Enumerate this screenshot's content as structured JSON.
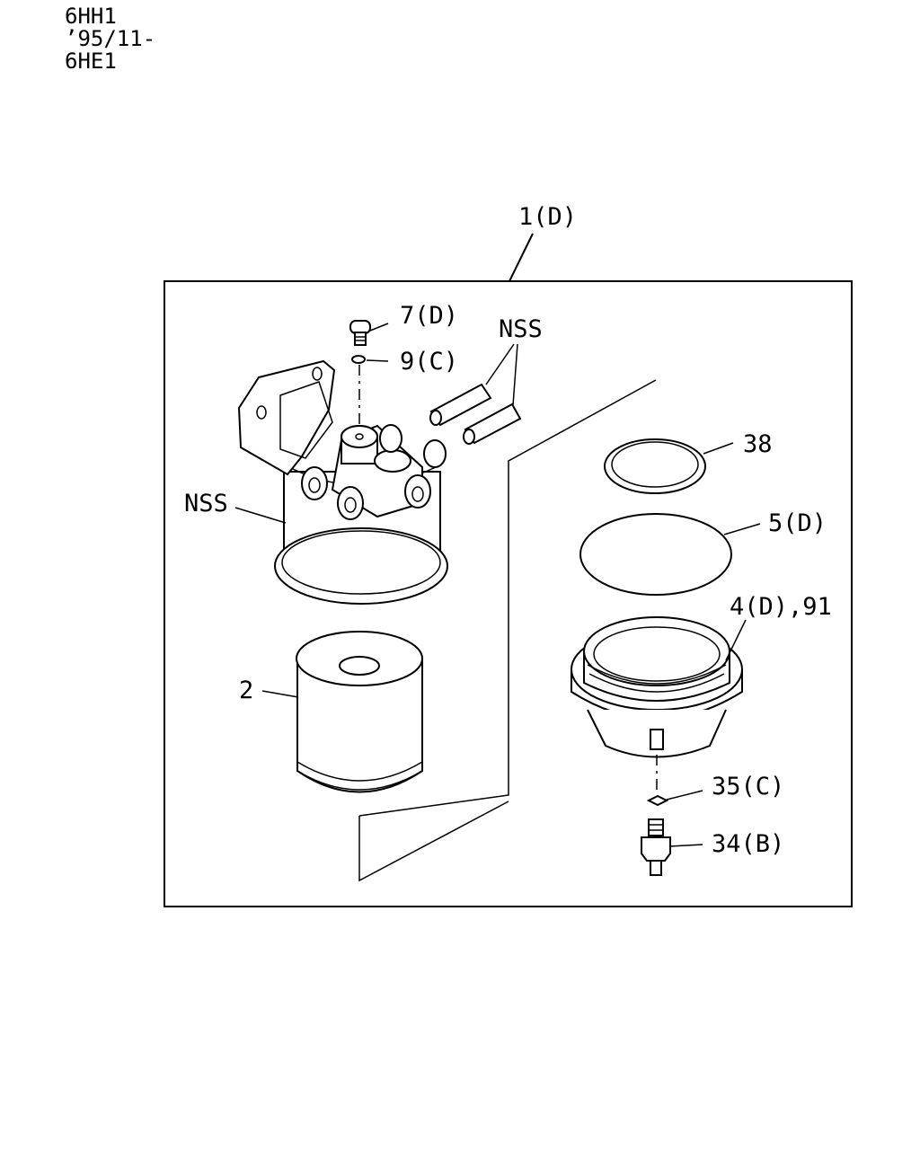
{
  "header": {
    "line1": "6HH1",
    "line2": "’95/11-",
    "line3": "6HE1"
  },
  "labels": {
    "assembly": "1(D)",
    "plug": "7(D)",
    "plug_washer": "9(C)",
    "pipes": "NSS",
    "head": "NSS",
    "element": "2",
    "ring": "38",
    "gasket": "5(D)",
    "case": "4(D),91",
    "drain_washer": "35(C)",
    "drain_plug": "34(B)"
  }
}
